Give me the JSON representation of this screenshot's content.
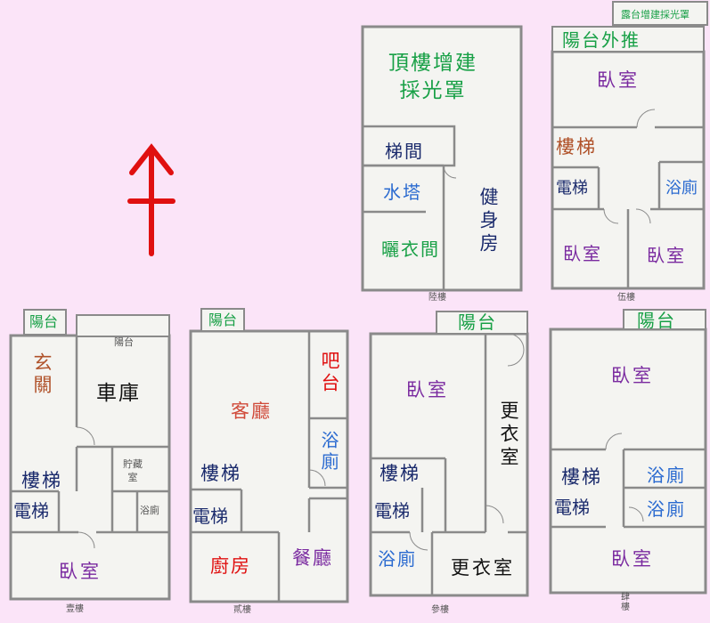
{
  "colors": {
    "background": "#fbe4f8",
    "floor_fill": "#f4f4f1",
    "wall": "#8a8a8a",
    "navy": "#1a2a6c",
    "purple": "#7a2aa0",
    "green": "#18a046",
    "blue": "#2a6ad0",
    "red": "#e01010",
    "brown": "#b0522a",
    "arrow": "#e01010"
  },
  "north_arrow": {
    "icon": "north-arrow-icon"
  },
  "floors": {
    "f6": {
      "name": "陸樓",
      "skylight": "頂樓增建\n採光罩",
      "stairs": "梯間",
      "water_tower": "水塔",
      "laundry": "曬衣間",
      "gym": "健身房"
    },
    "f5": {
      "name": "伍樓",
      "terrace_note": "露台增建採光罩",
      "balcony_ext": "陽台外推",
      "bedroom1": "臥室",
      "stairs": "樓梯",
      "elevator": "電梯",
      "bath": "浴廁",
      "bedroom2": "臥室",
      "bedroom3": "臥室"
    },
    "f1": {
      "name": "壹樓",
      "balcony": "陽台",
      "balcony2": "陽台",
      "foyer": "玄關",
      "garage": "車庫",
      "storage": "貯藏室",
      "stairs": "樓梯",
      "elevator": "電梯",
      "toilet": "浴廁",
      "bedroom": "臥室"
    },
    "f2": {
      "name": "貳樓",
      "balcony": "陽台",
      "bar": "吧台",
      "living": "客廳",
      "bath": "浴廁",
      "stairs": "樓梯",
      "elevator": "電梯",
      "kitchen": "廚房",
      "dining": "餐廳"
    },
    "f3": {
      "name": "參樓",
      "balcony": "陽台",
      "bedroom": "臥室",
      "closet_v": "更衣室",
      "stairs": "樓梯",
      "elevator": "電梯",
      "bath": "浴廁",
      "closet": "更衣室"
    },
    "f4": {
      "name": "肆\n樓",
      "balcony": "陽台",
      "bedroom1": "臥室",
      "stairs": "樓梯",
      "bath1": "浴廁",
      "elevator": "電梯",
      "bath2": "浴廁",
      "bedroom2": "臥室"
    }
  }
}
